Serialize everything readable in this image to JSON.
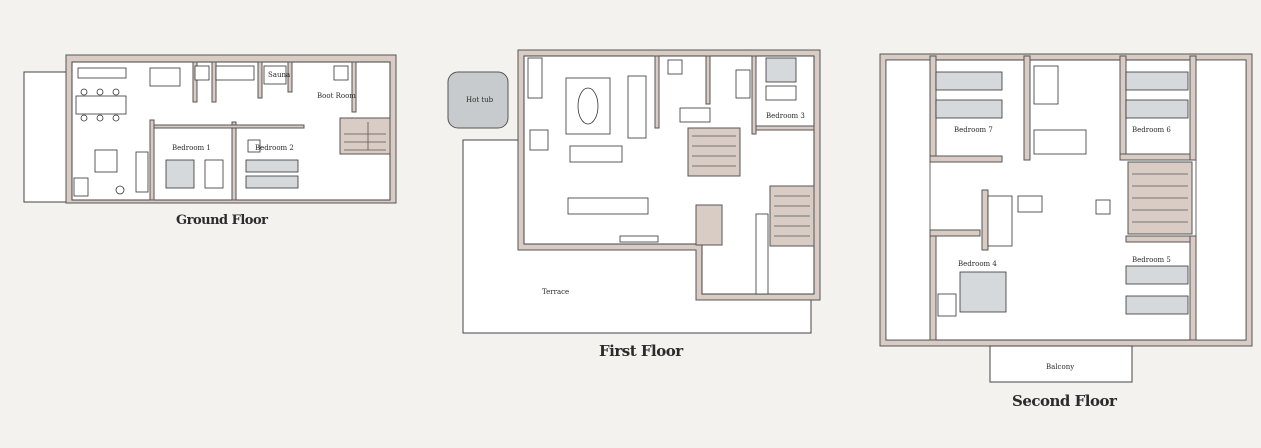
{
  "floors": {
    "ground": {
      "title": "Ground Floor",
      "rooms": {
        "sauna": "Sauna",
        "boot_room": "Boot Room",
        "bedroom1": "Bedroom 1",
        "bedroom2": "Bedroom 2"
      }
    },
    "first": {
      "title": "First Floor",
      "rooms": {
        "hot_tub": "Hot tub",
        "bedroom3": "Bedroom 3",
        "terrace": "Terrace"
      }
    },
    "second": {
      "title": "Second Floor",
      "rooms": {
        "bedroom7": "Bedroom 7",
        "bedroom6": "Bedroom 6",
        "bedroom4": "Bedroom 4",
        "bedroom5": "Bedroom 5",
        "balcony": "Balcony"
      }
    }
  }
}
